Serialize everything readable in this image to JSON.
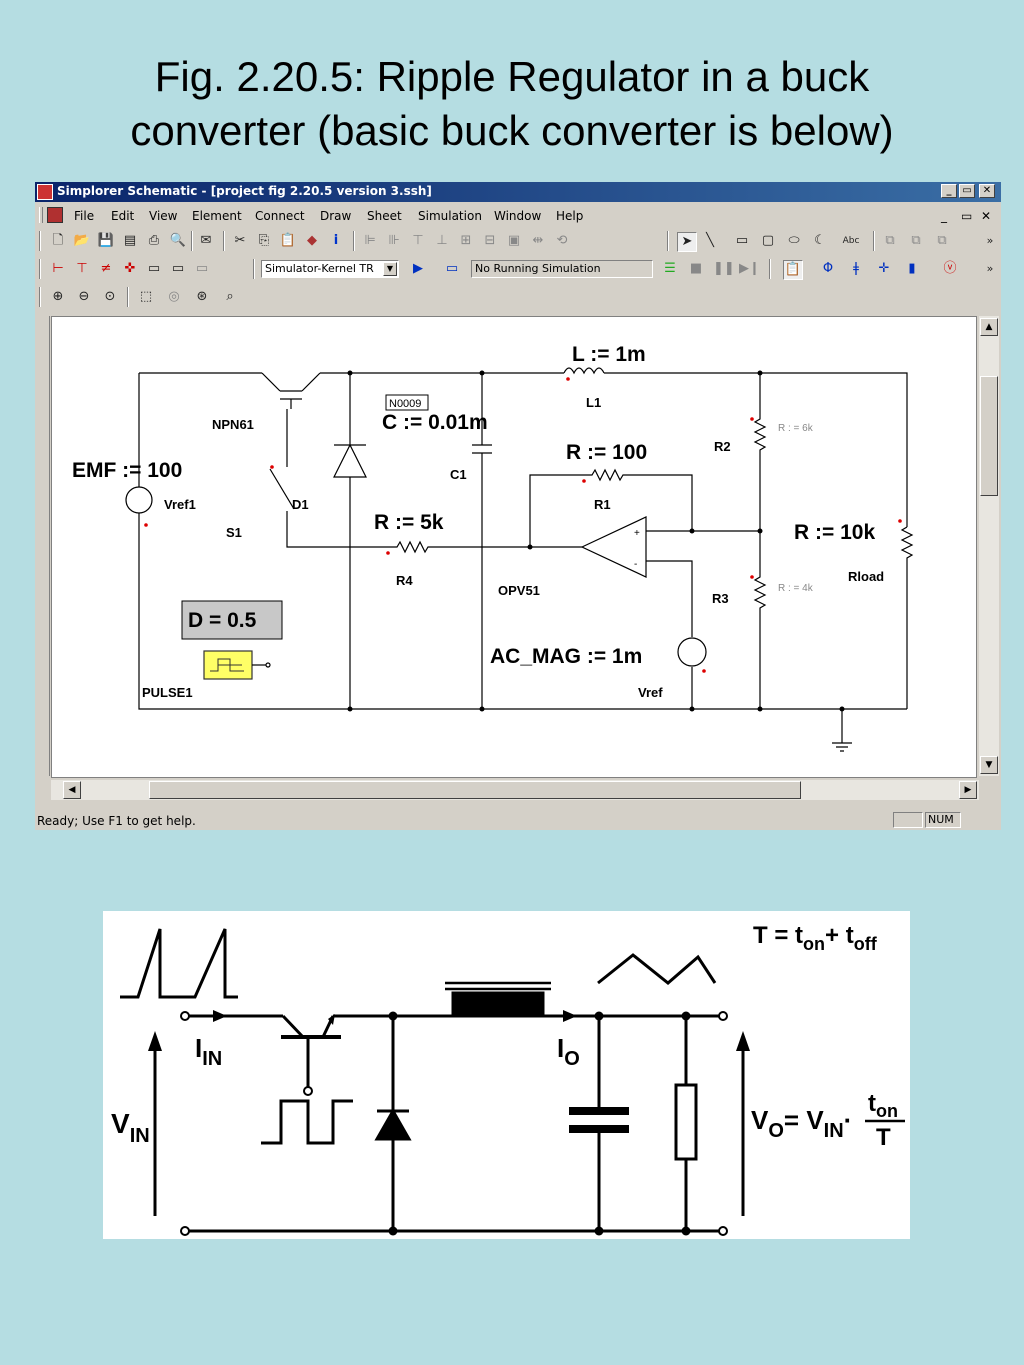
{
  "slide": {
    "title_line1": "Fig. 2.20.5: Ripple Regulator in a buck",
    "title_line2": "converter (basic buck converter is below)"
  },
  "window": {
    "title": "Simplorer Schematic - [project fig 2.20.5 version 3.ssh]",
    "controls": [
      "_",
      "▭",
      "✕"
    ],
    "mdi_controls": [
      "_",
      "▭",
      "✕"
    ],
    "menu": [
      "File",
      "Edit",
      "View",
      "Element",
      "Connect",
      "Draw",
      "Sheet",
      "Simulation",
      "Window",
      "Help"
    ],
    "toolbar": {
      "text_tool": "Abc",
      "overflow": "»",
      "simulator_kernel": "Simulator-Kernel TR",
      "simulation_status": "No Running Simulation"
    },
    "status": {
      "text": "Ready; Use F1 to get help.",
      "num": "NUM"
    },
    "accent": "#0a246a"
  },
  "schematic": {
    "labels": {
      "inductor_param": "L := 1m",
      "inductor_name": "L1",
      "node": "N0009",
      "capacitor_param": "C := 0.01m",
      "capacitor_name": "C1",
      "transistor_name": "NPN61",
      "emf_param": "EMF := 100",
      "vref1": "Vref1",
      "diode_name": "D1",
      "switch_name": "S1",
      "r1_param": "R := 100",
      "r1_name": "R1",
      "r2_name": "R2",
      "r2_value": "R : = 6k",
      "r4_param": "R := 5k",
      "r4_name": "R4",
      "opamp_name": "OPV51",
      "opamp_plus": "+",
      "opamp_minus": "-",
      "r3_name": "R3",
      "r3_value": "R : = 4k",
      "rload_param": "R := 10k",
      "rload_name": "Rload",
      "duty": "D = 0.5",
      "pulse_name": "PULSE1",
      "ac_mag": "AC_MAG := 1m",
      "vref": "Vref"
    }
  },
  "buck": {
    "period_formula": "T = t",
    "t_on_sub": "on",
    "plus_t": "+ t",
    "t_off_sub": "off",
    "i_in": "I",
    "i_in_sub": "IN",
    "i_o": "I",
    "i_o_sub": "O",
    "v_in": "V",
    "v_in_sub": "IN",
    "v_o_formula": "V",
    "v_o_sub": "O",
    "eq_vin": "= V",
    "eq_vin_sub": "IN",
    "dot": "·",
    "frac_num": "t",
    "frac_num_sub": "on",
    "frac_den": "T"
  }
}
